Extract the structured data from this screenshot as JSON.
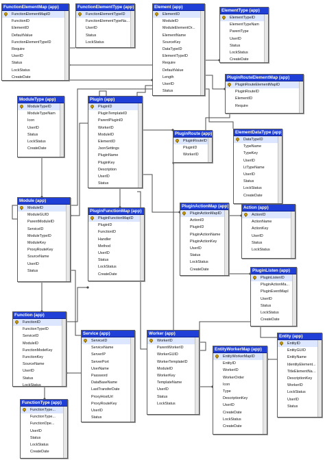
{
  "tables": [
    {
      "title": "FunctionElementMap (app)",
      "rows": [
        "FunctionElementMapID",
        "FunctionID",
        "ElementID",
        "DefaultValue",
        "FunctionElementTypeID",
        "Require",
        "UserID",
        "Status",
        "LockStatus",
        "CreateDate"
      ],
      "keys": [
        0
      ]
    },
    {
      "title": "FunctionElementType (app)",
      "rows": [
        "FunctionElementTypeID",
        "FunctionElementTypeName",
        "UserID",
        "Status",
        "LockStatus"
      ],
      "keys": [
        0
      ]
    },
    {
      "title": "Element (app)",
      "rows": [
        "ElementID",
        "ModuleID",
        "ModuleElementOr...",
        "ElementName",
        "SourceKey",
        "DataTypeID",
        "ElementTypeID",
        "Require",
        "DefaultValue",
        "Length",
        "UserID",
        "Status"
      ],
      "keys": [
        0
      ]
    },
    {
      "title": "ElementType (app)",
      "rows": [
        "ElementTypeID",
        "ElementTypeNam",
        "ParentType",
        "UserID",
        "Status",
        "LockStatus",
        "CreateDate"
      ],
      "keys": [
        0
      ]
    },
    {
      "title": "ModuleType (app)",
      "rows": [
        "ModuleTypeID",
        "ModuleTypeNam",
        "Icon",
        "UserID",
        "Status",
        "LockStatus",
        "CreateDate"
      ],
      "keys": [
        0
      ]
    },
    {
      "title": "Plugin (app)",
      "rows": [
        "PluginID",
        "PluginTemplateID",
        "ParentPluginID",
        "WorkerID",
        "ModuleID",
        "ElementID",
        "JsonSettings",
        "PluginName",
        "PluginKey",
        "Description",
        "UserID",
        "Status"
      ],
      "keys": [
        0
      ]
    },
    {
      "title": "PluginRouteElementMap (app)",
      "rows": [
        "PluginRouteElementMapID",
        "PluginRouteID",
        "ElementID",
        "Require"
      ],
      "keys": [
        0
      ]
    },
    {
      "title": "PluginRoute (app)",
      "rows": [
        "PluginRouteID",
        "PluginID",
        "WorkerID"
      ],
      "keys": [
        0
      ]
    },
    {
      "title": "ElementDataType (app)",
      "rows": [
        "DataTypeID",
        "TypeName",
        "TypeKey",
        "UserID",
        "LtTypeName",
        "UserID",
        "Status",
        "LockStatus",
        "CreateDate"
      ],
      "keys": [
        0
      ]
    },
    {
      "title": "Module (app)",
      "rows": [
        "ModuleID",
        "ModuleGUID",
        "ParentModuleID",
        "ServiceID",
        "ModuleTypeID",
        "ModuleKey",
        "ProxyRouteKey",
        "SourceName",
        "UserID",
        "Status"
      ],
      "keys": [
        0
      ]
    },
    {
      "title": "PluginFunctionMap (app)",
      "rows": [
        "PluginFunctionMapID",
        "PluginID",
        "FunctionID",
        "Handler",
        "Method",
        "UserID",
        "Status",
        "LockStatus",
        "CreateDate"
      ],
      "keys": [
        0
      ]
    },
    {
      "title": "PluginActionMap (app)",
      "rows": [
        "PluginActionMapID",
        "ActionID",
        "PluginID",
        "PluginActionName",
        "PluginActionKey",
        "UserID",
        "Status",
        "LockStatus",
        "CreateDate"
      ],
      "keys": [
        0
      ]
    },
    {
      "title": "Action (app)",
      "rows": [
        "ActionID",
        "ActionName",
        "ActionKey",
        "UserID",
        "Status",
        "LockStatus"
      ],
      "keys": [
        0
      ]
    },
    {
      "title": "PluginListen (app)",
      "rows": [
        "PluginListenID",
        "PluginActionMa...",
        "PluginEventMapI",
        "UserID",
        "Status",
        "LockStatus",
        "CreateDate"
      ],
      "keys": [
        0
      ]
    },
    {
      "title": "Function (app)",
      "rows": [
        "FunctionID",
        "FunctionTypeID",
        "ServiceID",
        "ModuleID",
        "FunctionModeKey",
        "FunctionKey",
        "SourceName",
        "UserID",
        "Status",
        "LockStatus"
      ],
      "keys": [
        0
      ]
    },
    {
      "title": "Service (app)",
      "rows": [
        "ServiceID",
        "ServiceName",
        "ServerIP",
        "ServerPort",
        "UserName",
        "Password",
        "DataBaseName",
        "LastTransferDate",
        "ProxyHostUrl",
        "ProxyRouteKey",
        "UserID",
        "Status"
      ],
      "keys": [
        0
      ]
    },
    {
      "title": "Worker (app)",
      "rows": [
        "WorkerID",
        "ParentWorkerID",
        "WorkerGUID",
        "WorkerTemplateID",
        "ModuleID",
        "WorkerKey",
        "TemplateName",
        "UserID",
        "Status",
        "LockStatus"
      ],
      "keys": [
        0
      ]
    },
    {
      "title": "EntityWorkerMap (app)",
      "rows": [
        "EntityWorkerMapID",
        "EntityID",
        "WorkerID",
        "WorkerOrder",
        "Icon",
        "Type",
        "DescriptionKey",
        "UserID",
        "CreateDate",
        "LockStatus",
        "CreateDate"
      ],
      "keys": [
        0
      ]
    },
    {
      "title": "Entity (app)",
      "rows": [
        "EntityID",
        "EntityGUID",
        "EntityName",
        "IdentityElement...",
        "TitleElementName",
        "DescriptionKey",
        "WorkerID",
        "LockStatus",
        "UserID",
        "Status"
      ],
      "keys": [
        0
      ]
    },
    {
      "title": "FunctionType (app)",
      "rows": [
        "FunctionType...",
        "FunctionType...",
        "FunctionOpe...",
        "UserID",
        "Status",
        "LockStatus",
        "CreateDate"
      ],
      "keys": [
        0
      ]
    }
  ],
  "colors": {
    "header": "#1f3fd6",
    "line": "#4a4a4a",
    "key": "#d9a400"
  }
}
